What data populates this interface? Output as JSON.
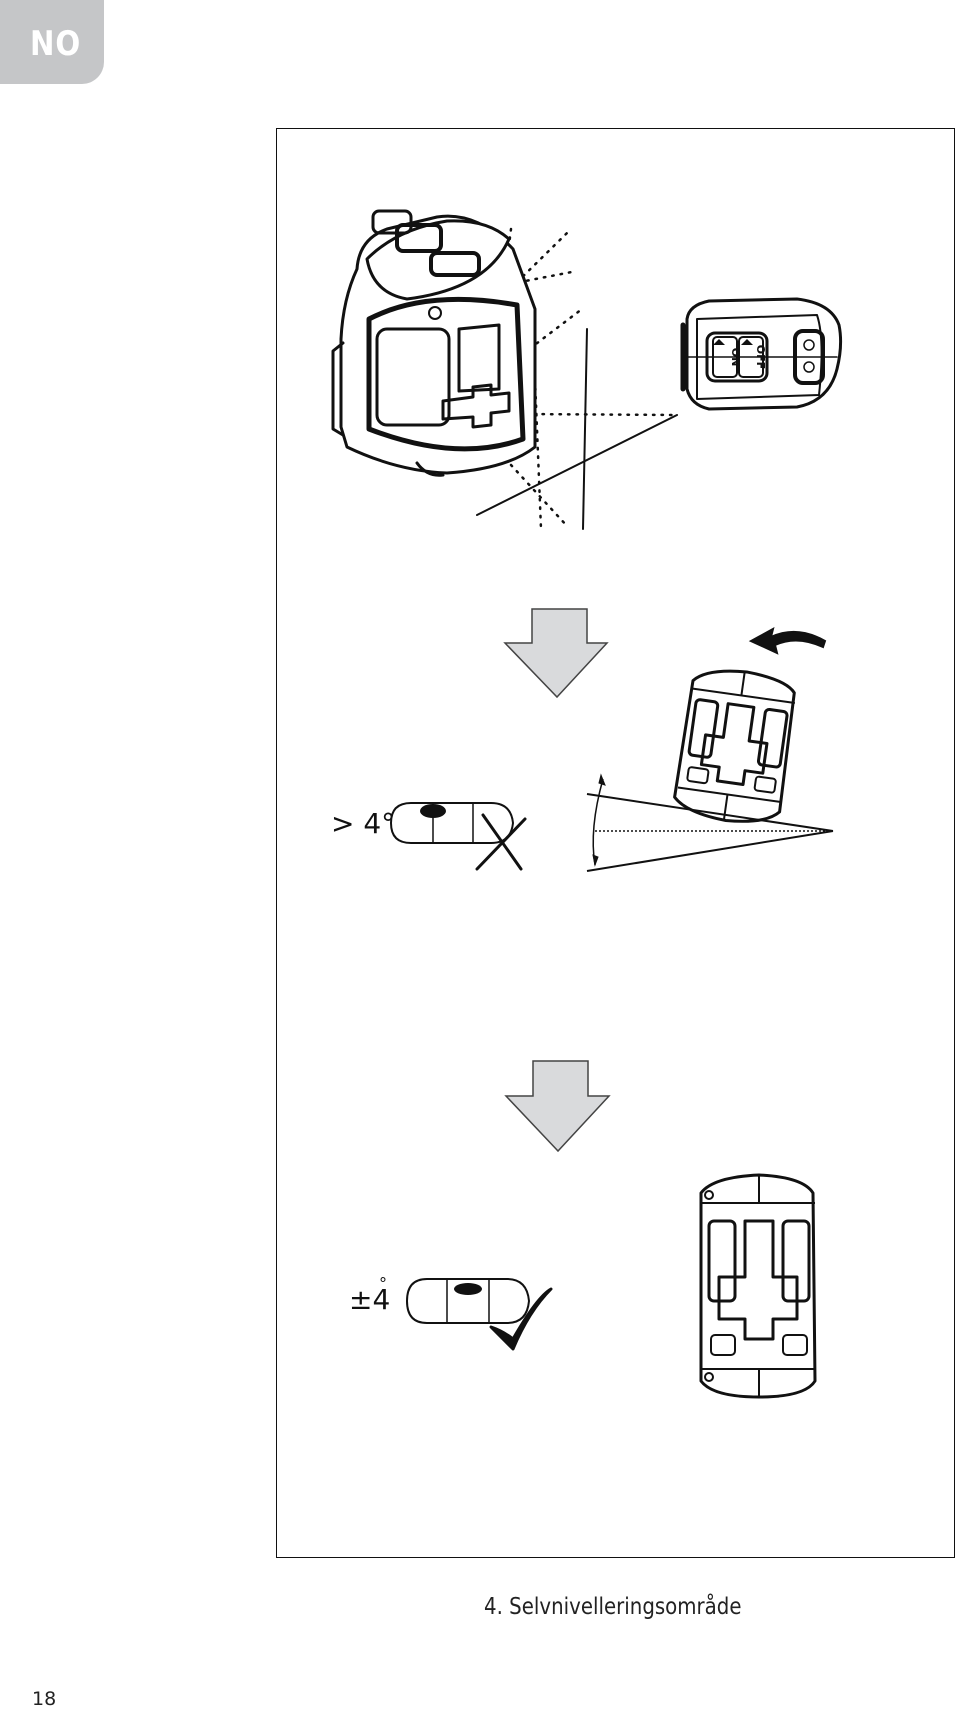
{
  "language_tab": "NO",
  "figure": {
    "btn_on": "ON",
    "btn_off": "OFF",
    "tilt_label": "> 4°",
    "level_label": "±4",
    "level_degree": "°",
    "arrow_color": "#d9dadc"
  },
  "caption": "4. Selvnivelleringsområde",
  "page_number": "18"
}
